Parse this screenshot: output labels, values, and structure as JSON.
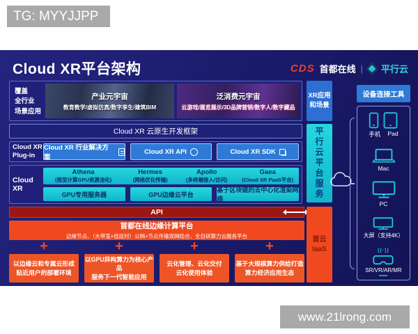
{
  "badges": {
    "tg": "TG: MYYJJPP",
    "site": "www.21lrong.com"
  },
  "header": {
    "title": "Cloud XR平台架构",
    "cds_logo": "CDS",
    "cds_name": "首都在线",
    "divider": "|",
    "parallel_name": "平行云"
  },
  "coverage_label": "覆盖\n全行业\n场景应用",
  "scenes": {
    "industry": {
      "title": "产业元宇宙",
      "subtitle": "教育教学/虚拟仿真/数字孪生/建筑BIM"
    },
    "consumer": {
      "title": "泛消费元宇宙",
      "subtitle": "云游戏/展览展示/3D品牌营销/数字人/数字藏品"
    }
  },
  "framework_bar": "Cloud XR 云原生开发框架",
  "plugin_row": {
    "label": "Cloud XR\nPlug-in",
    "items": [
      {
        "label": "Cloud XR 行业解决方案"
      },
      {
        "label": "Cloud XR API"
      },
      {
        "label": "Cloud XR SDK"
      }
    ]
  },
  "cloudxr_row": {
    "label": "Cloud XR",
    "services": [
      {
        "name": "Athena",
        "desc": "(视觉计算GPU资源池化)"
      },
      {
        "name": "Hermes",
        "desc": "(网络优化传输)"
      },
      {
        "name": "Apollo",
        "desc": "(多终端接入/访问)"
      },
      {
        "name": "Gaea",
        "desc": "(Cloud XR PaaS平台)"
      }
    ],
    "infra": [
      "GPU专用服务器",
      "GPU边缘云平台",
      "基于区块链的去中心化渲染网络"
    ]
  },
  "api_bar": "API",
  "edge_platform": {
    "title": "首都在线边缘计算平台",
    "subtitle": "边缘节点、（大带宽+低延时）公网+节点传输双网结合、全自研算力云服务平台"
  },
  "pillars": {
    "plus": "+",
    "items": [
      "以边缘云和专属云形成\n贴近用户的部署环境",
      "以GPU异构算力为核心产品\n服务下一代智能应用",
      "云化管理、云化交付\n云化使用体验",
      "基于大规模算力供给打造\n算力经济应用生态"
    ]
  },
  "right_column": {
    "xr_apps": "XR应用\n和场景",
    "platform": "平行云平台服务",
    "iaas": "首云\nIaaS"
  },
  "device_panel": {
    "header": "设备连接工具",
    "labels": {
      "phone": "手机",
      "pad": "Pad",
      "mac": "Mac",
      "pc": "PC",
      "screen": "大屏（支持4K）",
      "xr": "SR/VR/AR/MR"
    },
    "signal_glyph": "((·))"
  },
  "colors": {
    "panel_navy": "#1a1a6a",
    "teal": "#14c4d2",
    "orange": "#f0491f",
    "button_blue": "#2e7ad6",
    "api_dark_red": "#9c1712",
    "cds_red": "#e8402a"
  }
}
